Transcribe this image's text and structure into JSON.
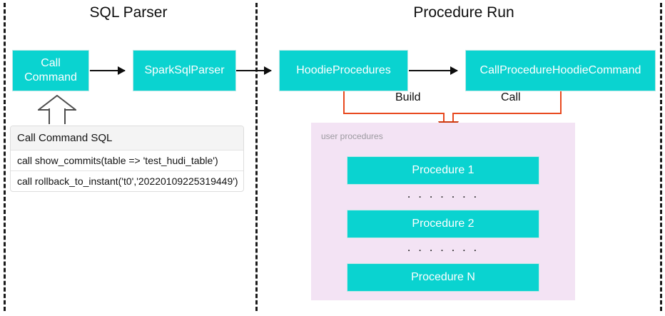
{
  "diagram": {
    "sections": [
      {
        "id": "sql-parser",
        "title": "SQL Parser"
      },
      {
        "id": "procedure-run",
        "title": "Procedure Run"
      }
    ],
    "nodes": {
      "call_command": "Call\nCommand",
      "call_command_line1": "Call",
      "call_command_line2": "Command",
      "spark_sql_parser": "SparkSqlParser",
      "hoodie_procedures": "HoodieProcedures",
      "call_procedure_hoodie_command": "CallProcedureHoodieCommand"
    },
    "edge_labels": {
      "build": "Build",
      "call": "Call"
    },
    "sql_table": {
      "header": "Call Command SQL",
      "rows": [
        "call show_commits(table => 'test_hudi_table')",
        "call rollback_to_instant('t0','20220109225319449')"
      ]
    },
    "procedures_panel": {
      "caption": "user procedures",
      "items": [
        "Procedure 1",
        "Procedure 2",
        "Procedure N"
      ],
      "separator": ". . . . . . ."
    },
    "colors": {
      "box_fill": "#0AD3D0",
      "box_text": "#FFFFFF",
      "panel_fill": "#F3E3F4",
      "connector_orange": "#E8491F",
      "arrow_black": "#0D0D0D",
      "divider_dashed": "#1A1A1A",
      "caption_gray": "#9C9AA0",
      "table_header_fill": "#F4F4F4"
    }
  }
}
